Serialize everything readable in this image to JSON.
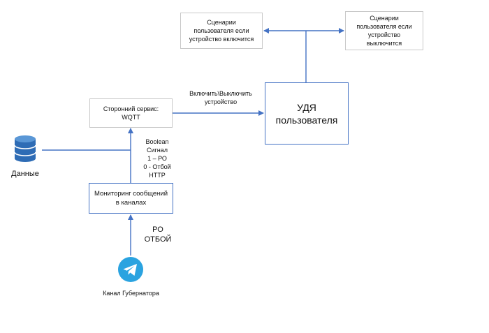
{
  "nodes": {
    "scenarios_on": "Сценарии\nпользователя если\nустройство включится",
    "scenarios_off": "Сценарии\nпользователя если\nустройство\nвыключится",
    "service": "Сторонний сервис:\nWQTT",
    "udya": "УДЯ\nпользователя",
    "monitoring": "Мониторинг сообщений\nв каналах"
  },
  "labels": {
    "toggle": "Включить\\Выключить\nустройство",
    "boolean": "Boolean\nСигнал\n1 – РО\n0 - Отбой\nHTTP",
    "ro_otboy": "РО\nОТБОЙ",
    "data": "Данные",
    "channel": "Канал Губернатора"
  },
  "icons": {
    "database": "database-icon",
    "telegram": "telegram-icon"
  },
  "colors": {
    "line": "#4472c4",
    "box_border_gray": "#c8c8c8",
    "box_border_blue": "#4472c4",
    "telegram": "#2aa3e0"
  }
}
